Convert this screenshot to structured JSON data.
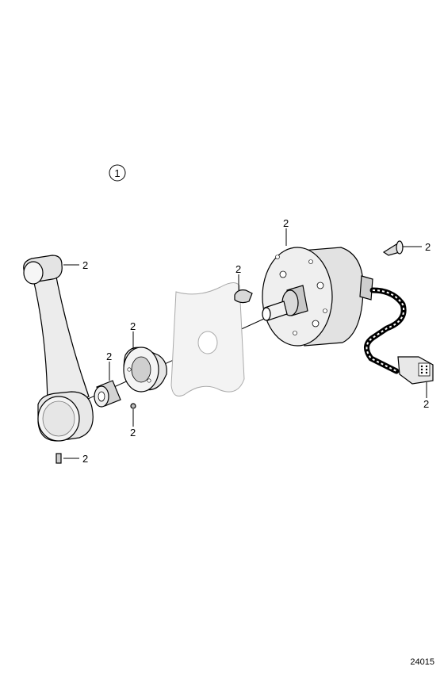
{
  "diagram": {
    "callout_number": "1",
    "figure_number": "24015",
    "labels": [
      {
        "id": "lever-knob",
        "text": "2"
      },
      {
        "id": "lever-screw",
        "text": "2"
      },
      {
        "id": "splined-hub",
        "text": "2"
      },
      {
        "id": "hub-pin",
        "text": "2"
      },
      {
        "id": "flange-plate",
        "text": "2"
      },
      {
        "id": "shaft-key",
        "text": "2"
      },
      {
        "id": "control-housing",
        "text": "2"
      },
      {
        "id": "mounting-bolt",
        "text": "2"
      },
      {
        "id": "connector",
        "text": "2"
      }
    ]
  }
}
